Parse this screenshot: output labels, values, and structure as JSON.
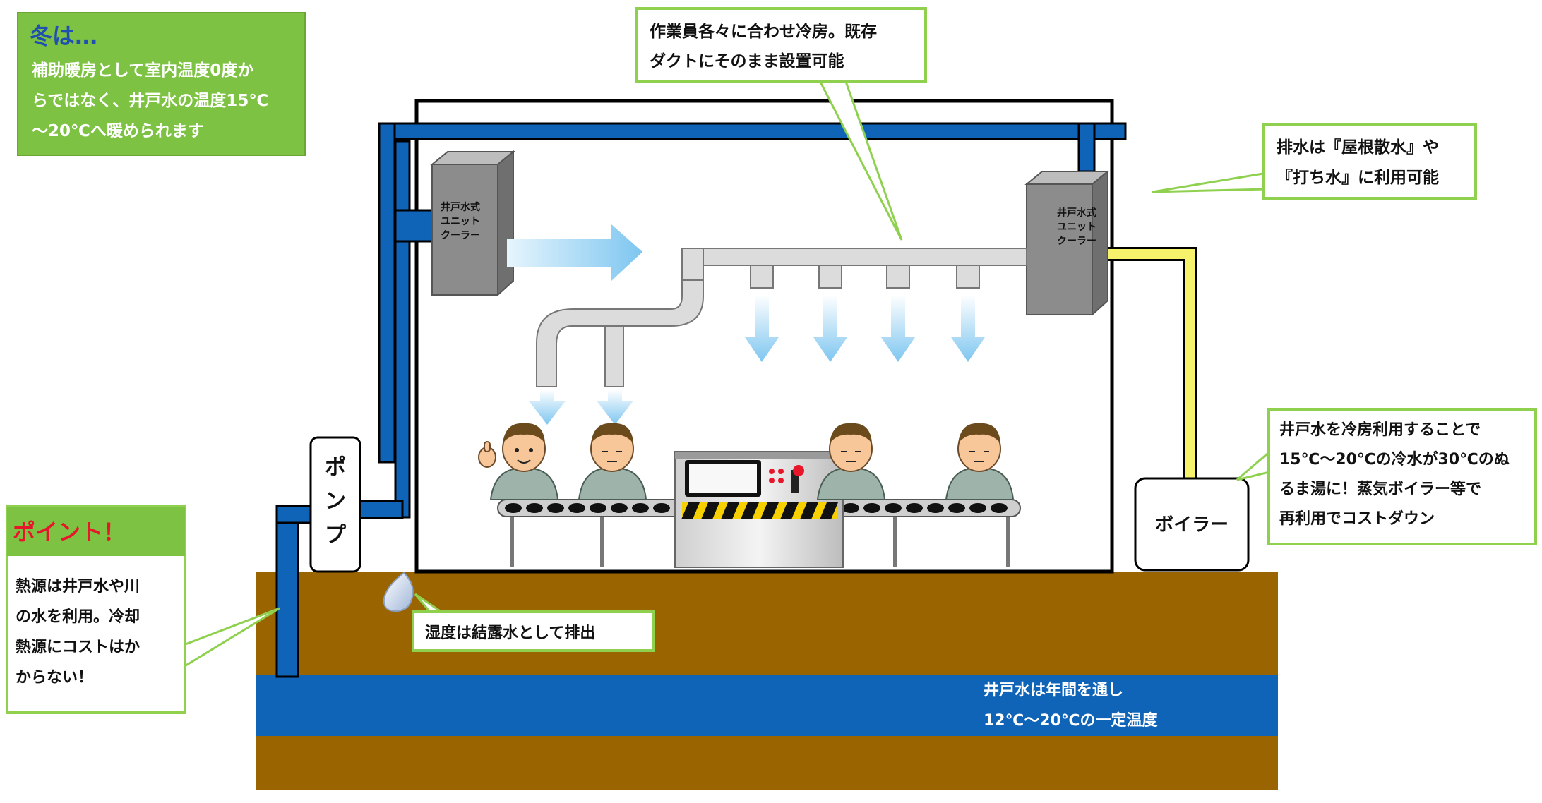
{
  "colors": {
    "green": "#7dc242",
    "green_border": "#8fd14f",
    "pipe_blue": "#0f64b8",
    "pipe_yellow": "#f7f26b",
    "soil": "#9a6400",
    "water_layer": "#0f64b8",
    "cooler_gray": "#8c8c8c",
    "duct_gray": "#dcdcdc",
    "air_blue": "#8dcff2",
    "point_red": "#e8162a",
    "winter_title_blue": "#1f4fb0"
  },
  "winter_box": {
    "title": "冬は…",
    "lines": [
      "補助暖房として室内温度0度か",
      "らではなく、井戸水の温度15℃",
      "～20℃へ暖められます"
    ]
  },
  "top_callout": {
    "lines": [
      "作業員各々に合わせ冷房。既存",
      "ダクトにそのまま設置可能"
    ]
  },
  "drain_callout": {
    "lines": [
      "排水は『屋根散水』や",
      "『打ち水』に利用可能"
    ]
  },
  "cooler_left": {
    "lines": [
      "井戸水式",
      "ユニット",
      "クーラー"
    ]
  },
  "cooler_right": {
    "lines": [
      "井戸水式",
      "ユニット",
      "クーラー"
    ]
  },
  "pump": {
    "chars": [
      "ポ",
      "ン",
      "プ"
    ]
  },
  "boiler": {
    "label": "ボイラー"
  },
  "right_callout": {
    "lines": [
      "井戸水を冷房利用することで",
      "15℃～20℃の冷水が30℃のぬ",
      "るま湯に！蒸気ボイラー等で",
      "再利用でコストダウン"
    ]
  },
  "point_box": {
    "title": "ポイント！",
    "lines": [
      "熱源は井戸水や川",
      "の水を利用。冷却",
      "熱源にコストはか",
      "からない！"
    ]
  },
  "humidity_callout": {
    "text": "湿度は結露水として排出"
  },
  "groundwater": {
    "lines": [
      "井戸水は年間を通し",
      "12℃～20℃の一定温度"
    ]
  }
}
